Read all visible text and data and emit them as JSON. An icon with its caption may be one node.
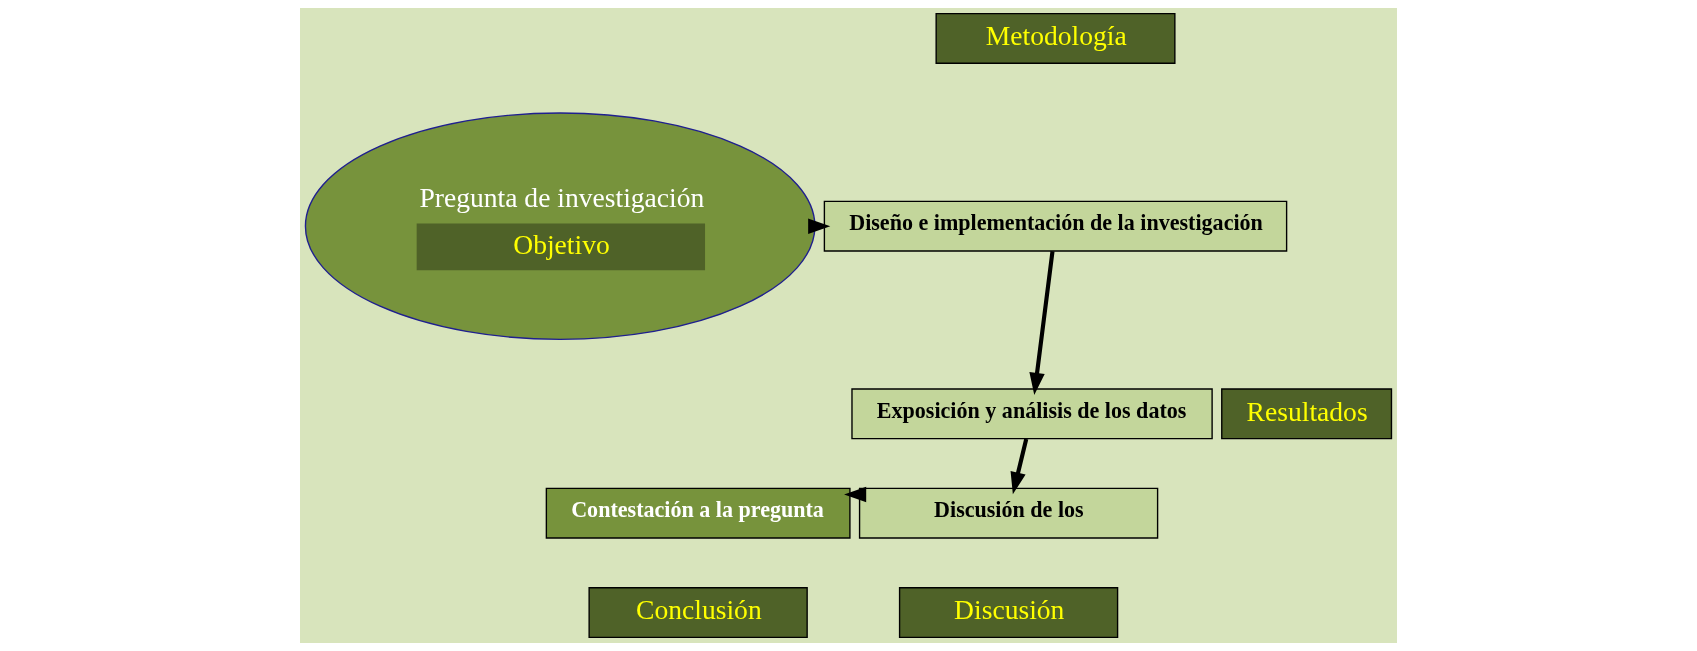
{
  "diagram": {
    "nodes": [
      {
        "text": [
          "Pregunta de investigación",
          "Objetivo"
        ]
      },
      {
        "text": [
          "Metodología"
        ]
      },
      {
        "text": [
          "Diseño e implementación de la investigación"
        ]
      },
      {
        "text": [
          "Exposición y análisis de los datos"
        ]
      },
      {
        "text": [
          "Resultados"
        ]
      },
      {
        "text": [
          "Discusión de los"
        ]
      },
      {
        "text": [
          "Discusión"
        ]
      },
      {
        "text": [
          "Contestación a la pregunta"
        ]
      },
      {
        "text": [
          "Conclusión"
        ]
      }
    ],
    "edges": [
      {
        "from": 0,
        "to": 2,
        "arrow": "to"
      },
      {
        "from": 2,
        "to": 3,
        "arrow": "to"
      },
      {
        "from": 3,
        "to": 5,
        "arrow": "to"
      },
      {
        "from": 5,
        "to": 7,
        "arrow": "to"
      }
    ]
  }
}
